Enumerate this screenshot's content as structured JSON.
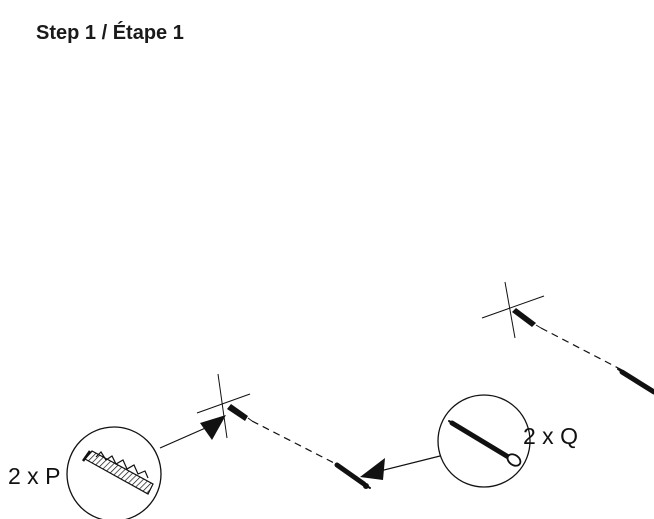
{
  "title": "Step 1 / Étape 1",
  "parts": [
    {
      "label": "2 x P",
      "icon": "wall-anchor-icon"
    },
    {
      "label": "2 x Q",
      "icon": "screw-icon"
    }
  ],
  "colors": {
    "line": "#111111",
    "text": "#1a1a1a"
  }
}
